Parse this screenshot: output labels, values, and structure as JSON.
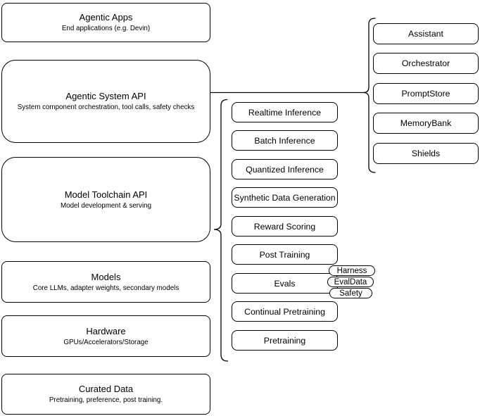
{
  "diagram": {
    "colors": {
      "stroke": "#000000",
      "background": "#ffffff",
      "text": "#000000"
    },
    "stack": [
      {
        "id": "agentic-apps",
        "title": "Agentic Apps",
        "subtitle": "End applications (e.g. Devin)"
      },
      {
        "id": "agentic-system-api",
        "title": "Agentic System API",
        "subtitle": "System component orchestration, tool calls, safety checks"
      },
      {
        "id": "model-toolchain-api",
        "title": "Model Toolchain API",
        "subtitle": "Model development & serving"
      },
      {
        "id": "models",
        "title": "Models",
        "subtitle": "Core LLMs, adapter weights, secondary models"
      },
      {
        "id": "hardware",
        "title": "Hardware",
        "subtitle": "GPUs/Accelerators/Storage"
      },
      {
        "id": "curated-data",
        "title": "Curated Data",
        "subtitle": "Pretraining, preference, post training."
      }
    ],
    "toolchain": {
      "boxes": [
        "Realtime Inference",
        "Batch Inference",
        "Quantized Inference",
        "Synthetic Data Generation",
        "Reward Scoring",
        "Post Training",
        "Evals",
        "Continual Pretraining",
        "Pretraining"
      ],
      "eval_tags": [
        "Harness",
        "EvalData",
        "Safety"
      ]
    },
    "system_components": [
      "Assistant",
      "Orchestrator",
      "PromptStore",
      "MemoryBank",
      "Shields"
    ]
  }
}
